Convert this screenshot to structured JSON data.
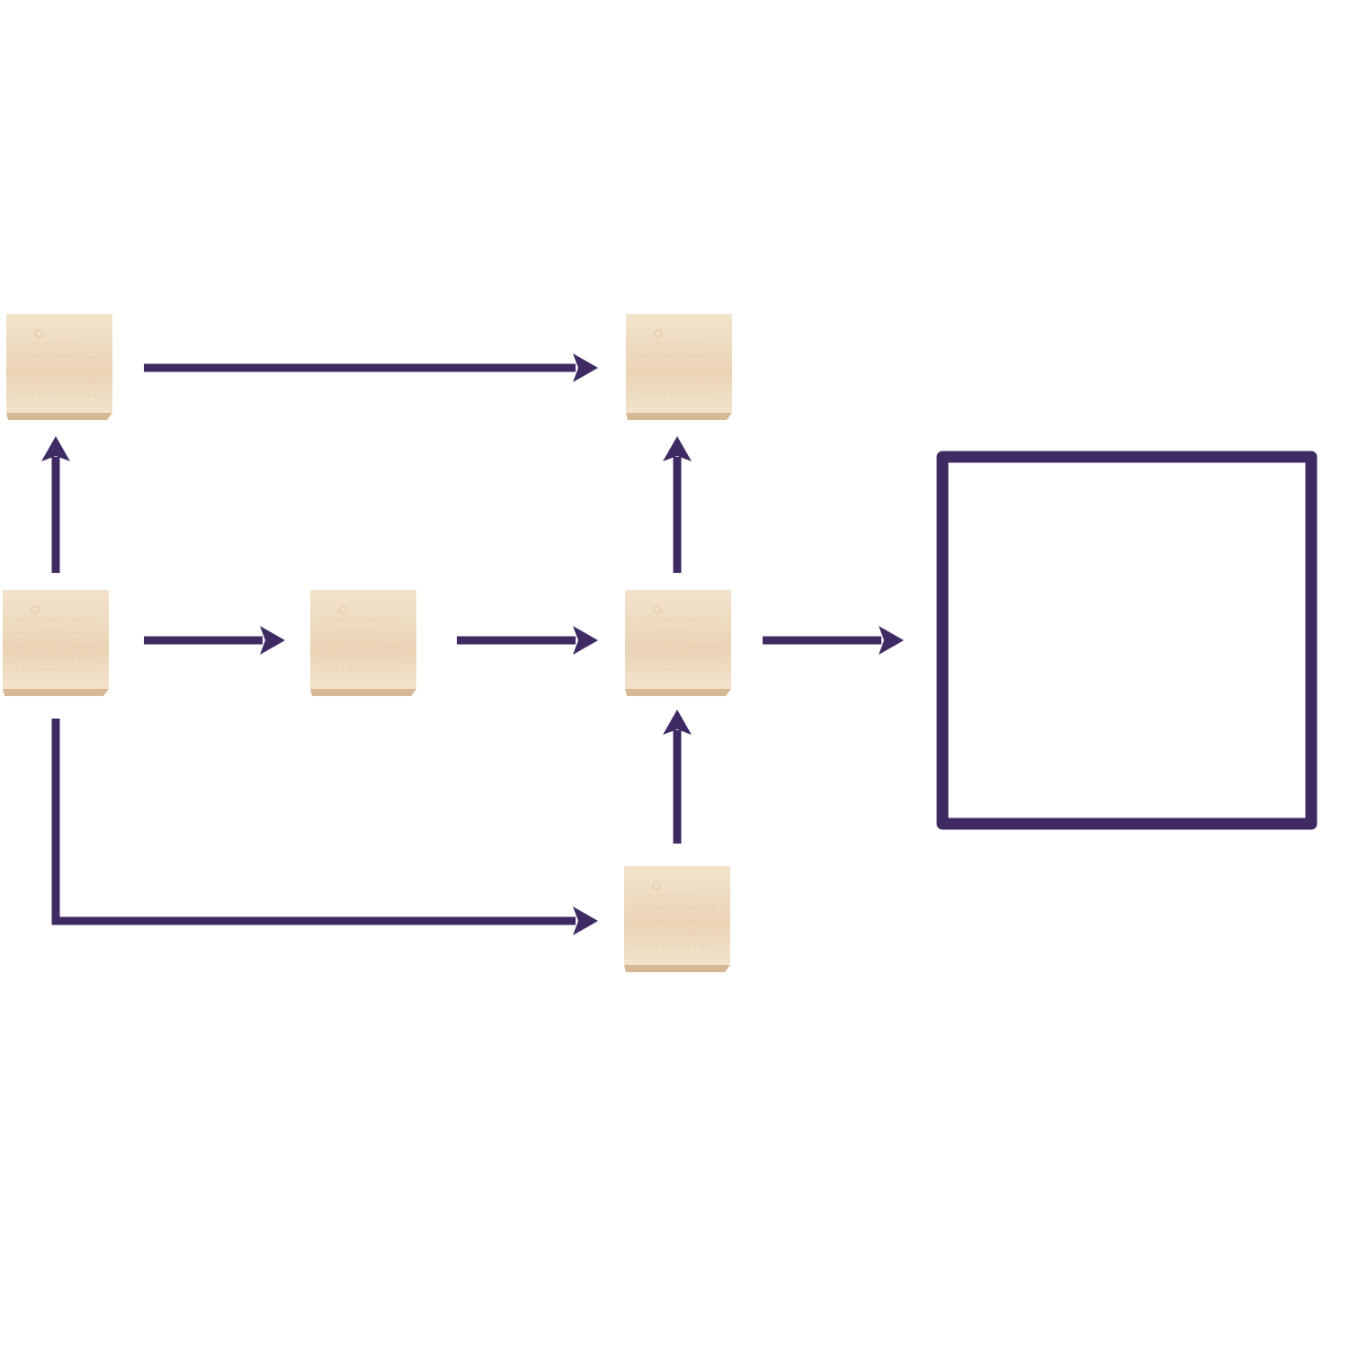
{
  "colors": {
    "background": "#ffffff",
    "arrow": "#3f2a63",
    "output_box_border": "#3f2a63",
    "wood_light": "#f3e3cc",
    "wood_mid": "#ead4b6",
    "wood_dark": "#d6b894",
    "wood_edge": "#c9a27a"
  },
  "nodes": [
    {
      "id": "block-top-left",
      "kind": "wooden-block"
    },
    {
      "id": "block-top-right",
      "kind": "wooden-block"
    },
    {
      "id": "block-middle-left",
      "kind": "wooden-block"
    },
    {
      "id": "block-middle-center",
      "kind": "wooden-block"
    },
    {
      "id": "block-middle-right",
      "kind": "wooden-block"
    },
    {
      "id": "block-bottom-right",
      "kind": "wooden-block"
    },
    {
      "id": "output-box",
      "kind": "empty-answer-box"
    }
  ],
  "edges": [
    {
      "from": "block-middle-left",
      "to": "block-top-left"
    },
    {
      "from": "block-top-left",
      "to": "block-top-right"
    },
    {
      "from": "block-middle-left",
      "to": "block-middle-center"
    },
    {
      "from": "block-middle-center",
      "to": "block-middle-right"
    },
    {
      "from": "block-middle-right",
      "to": "block-top-right"
    },
    {
      "from": "block-bottom-right",
      "to": "block-middle-right"
    },
    {
      "from": "block-middle-left",
      "to": "block-bottom-right"
    },
    {
      "from": "block-middle-right",
      "to": "output-box"
    }
  ]
}
